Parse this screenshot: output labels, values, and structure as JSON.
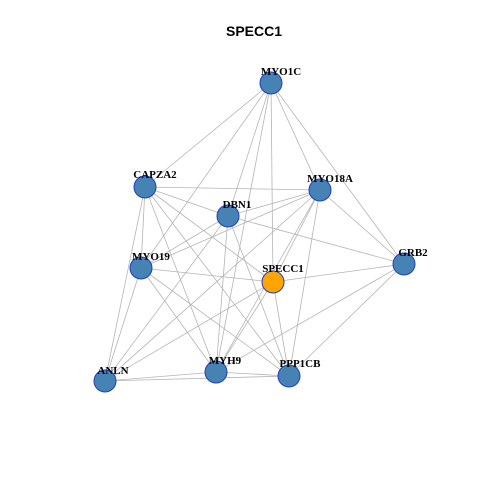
{
  "graph": {
    "title": "SPECC1",
    "colors": {
      "default_node": "#4682b4",
      "query_node": "#ffa500",
      "node_border": "#1f3fbf",
      "edge": "#b4b4b4"
    },
    "nodes": [
      {
        "id": "MYO1C",
        "label": "MYO1C",
        "query": false
      },
      {
        "id": "CAPZA2",
        "label": "CAPZA2",
        "query": false
      },
      {
        "id": "MYO18A",
        "label": "MYO18A",
        "query": false
      },
      {
        "id": "DBN1",
        "label": "DBN1",
        "query": false
      },
      {
        "id": "MYO19",
        "label": "MYO19",
        "query": false
      },
      {
        "id": "SPECC1",
        "label": "SPECC1",
        "query": true
      },
      {
        "id": "GRB2",
        "label": "GRB2",
        "query": false
      },
      {
        "id": "ANLN",
        "label": "ANLN",
        "query": false
      },
      {
        "id": "MYH9",
        "label": "MYH9",
        "query": false
      },
      {
        "id": "PPP1CB",
        "label": "PPP1CB",
        "query": false
      }
    ],
    "edges": [
      [
        "MYO1C",
        "CAPZA2"
      ],
      [
        "MYO1C",
        "DBN1"
      ],
      [
        "MYO1C",
        "MYO18A"
      ],
      [
        "MYO1C",
        "MYO19"
      ],
      [
        "MYO1C",
        "SPECC1"
      ],
      [
        "MYO1C",
        "GRB2"
      ],
      [
        "MYO1C",
        "MYH9"
      ],
      [
        "CAPZA2",
        "DBN1"
      ],
      [
        "CAPZA2",
        "MYO18A"
      ],
      [
        "CAPZA2",
        "MYO19"
      ],
      [
        "CAPZA2",
        "SPECC1"
      ],
      [
        "CAPZA2",
        "ANLN"
      ],
      [
        "CAPZA2",
        "MYH9"
      ],
      [
        "CAPZA2",
        "PPP1CB"
      ],
      [
        "MYO18A",
        "DBN1"
      ],
      [
        "MYO18A",
        "MYO19"
      ],
      [
        "MYO18A",
        "SPECC1"
      ],
      [
        "MYO18A",
        "GRB2"
      ],
      [
        "MYO18A",
        "MYH9"
      ],
      [
        "MYO18A",
        "PPP1CB"
      ],
      [
        "MYO18A",
        "ANLN"
      ],
      [
        "DBN1",
        "MYO19"
      ],
      [
        "DBN1",
        "GRB2"
      ],
      [
        "DBN1",
        "ANLN"
      ],
      [
        "DBN1",
        "MYH9"
      ],
      [
        "DBN1",
        "PPP1CB"
      ],
      [
        "MYO19",
        "SPECC1"
      ],
      [
        "MYO19",
        "ANLN"
      ],
      [
        "MYO19",
        "MYH9"
      ],
      [
        "MYO19",
        "PPP1CB"
      ],
      [
        "SPECC1",
        "GRB2"
      ],
      [
        "SPECC1",
        "MYH9"
      ],
      [
        "SPECC1",
        "PPP1CB"
      ],
      [
        "SPECC1",
        "ANLN"
      ],
      [
        "GRB2",
        "MYH9"
      ],
      [
        "GRB2",
        "PPP1CB"
      ],
      [
        "ANLN",
        "MYH9"
      ],
      [
        "ANLN",
        "PPP1CB"
      ],
      [
        "MYH9",
        "PPP1CB"
      ]
    ]
  }
}
